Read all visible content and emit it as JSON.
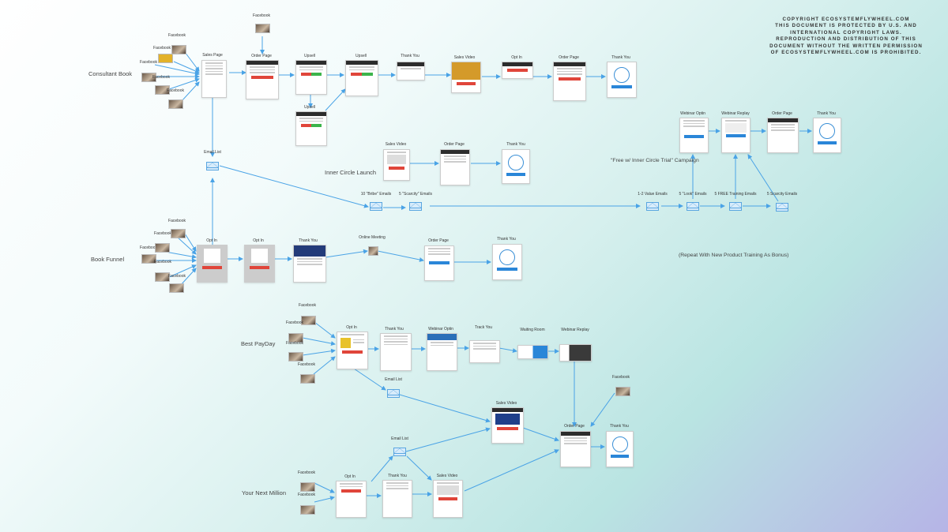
{
  "copyright": [
    "COPYRIGHT ECOSYSTEMFLYWHEEL.COM",
    "THIS DOCUMENT IS PROTECTED BY U.S. AND",
    "INTERNATIONAL COPYRIGHT LAWS.",
    "REPRODUCTION AND DISTRIBUTION OF THIS",
    "DOCUMENT WITHOUT THE WRITTEN PERMISSION",
    "OF ECOSYSTEMFLYWHEEL.COM IS PROHIBITED."
  ],
  "row_labels": {
    "consultant_book": "Consultant Book",
    "book_funnel": "Book Funnel",
    "best_payday": "Best PayDay",
    "your_next_million": "Your Next Million",
    "inner_circle_launch": "Inner Circle Launch",
    "free_campaign": "\"Free w/ Inner Circle Trial\" Campaign",
    "repeat_note": "(Repeat With New Product Training As Bonus)"
  },
  "labels": {
    "facebook": "Facebook",
    "sales_page": "Sales Page",
    "order_page": "Order Page",
    "upsell": "Upsell",
    "thank_you": "Thank You",
    "sales_video": "Sales Video",
    "opt_in": "Opt In",
    "email_list": "Email List",
    "online_meeting": "Online Meeting",
    "webinar_optin": "Webinar Optin",
    "webinar_replay": "Webinar Replay",
    "track_you": "Track You",
    "waiting_room": "Waiting Room",
    "email_list_short": "Email List",
    "email_list_2": "Email List",
    "bribe_emails": "10 \"Bribe\" Emails",
    "scarcity_emails": "5 \"Scarcity\" Emails",
    "value_emails": "1-2 Value Emails",
    "look_emails": "5 \"Look\" Emails",
    "free_training_emails": "5 FREE Training Emails",
    "scarcity_emails_2": "5 Scarcity Emails"
  },
  "colors": {
    "arrow": "#4aa3e6",
    "accent_blue": "#2a86d8",
    "red_button": "#e0453a",
    "green_button": "#3cb44b"
  }
}
